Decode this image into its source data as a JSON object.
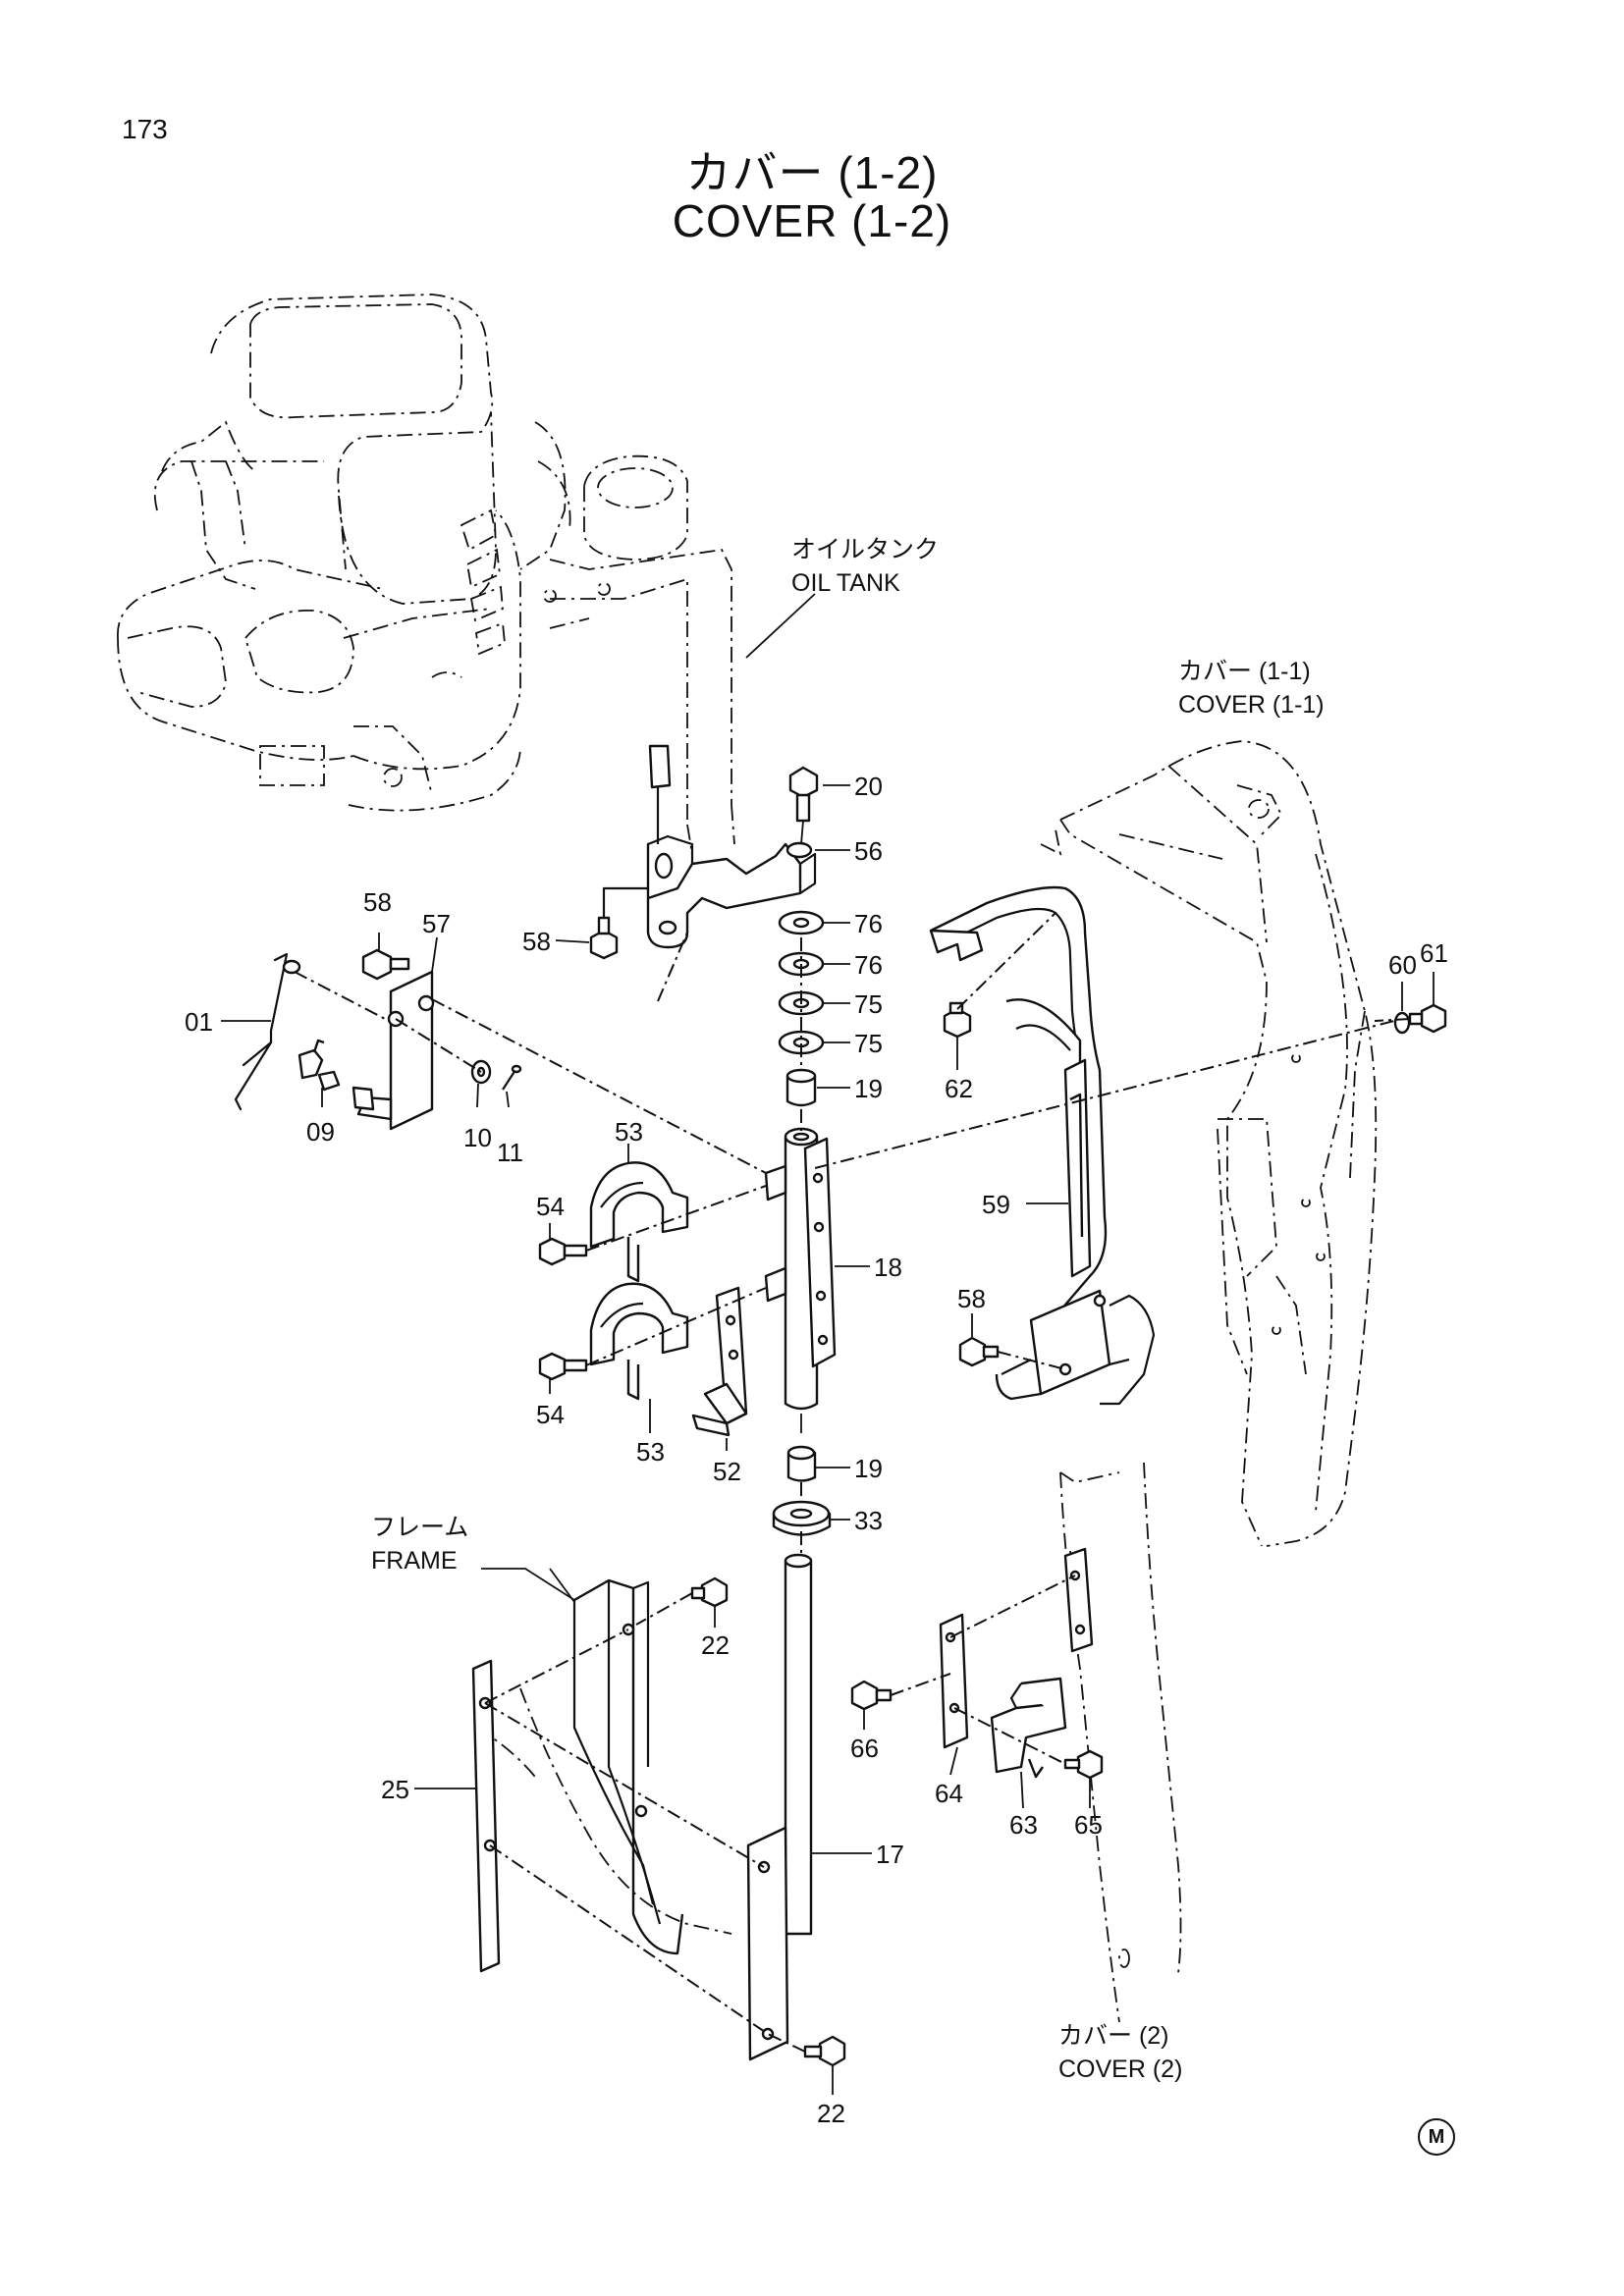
{
  "page": {
    "number": "173",
    "title_jp": "カバー (1-2)",
    "title_en": "COVER (1-2)",
    "mark": "M"
  },
  "references": {
    "oil_tank": {
      "jp": "オイルタンク",
      "en": "OIL TANK"
    },
    "cover_1_1": {
      "jp": "カバー (1-1)",
      "en": "COVER (1-1)"
    },
    "frame": {
      "jp": "フレーム",
      "en": "FRAME"
    },
    "cover_2": {
      "jp": "カバー (2)",
      "en": "COVER (2)"
    }
  },
  "callouts": [
    "20",
    "56",
    "58",
    "58",
    "57",
    "76",
    "76",
    "75",
    "75",
    "19",
    "01",
    "09",
    "10",
    "11",
    "53",
    "54",
    "18",
    "54",
    "53",
    "52",
    "19",
    "33",
    "22",
    "25",
    "17",
    "22",
    "62",
    "59",
    "58",
    "60",
    "61",
    "66",
    "64",
    "63",
    "65"
  ]
}
